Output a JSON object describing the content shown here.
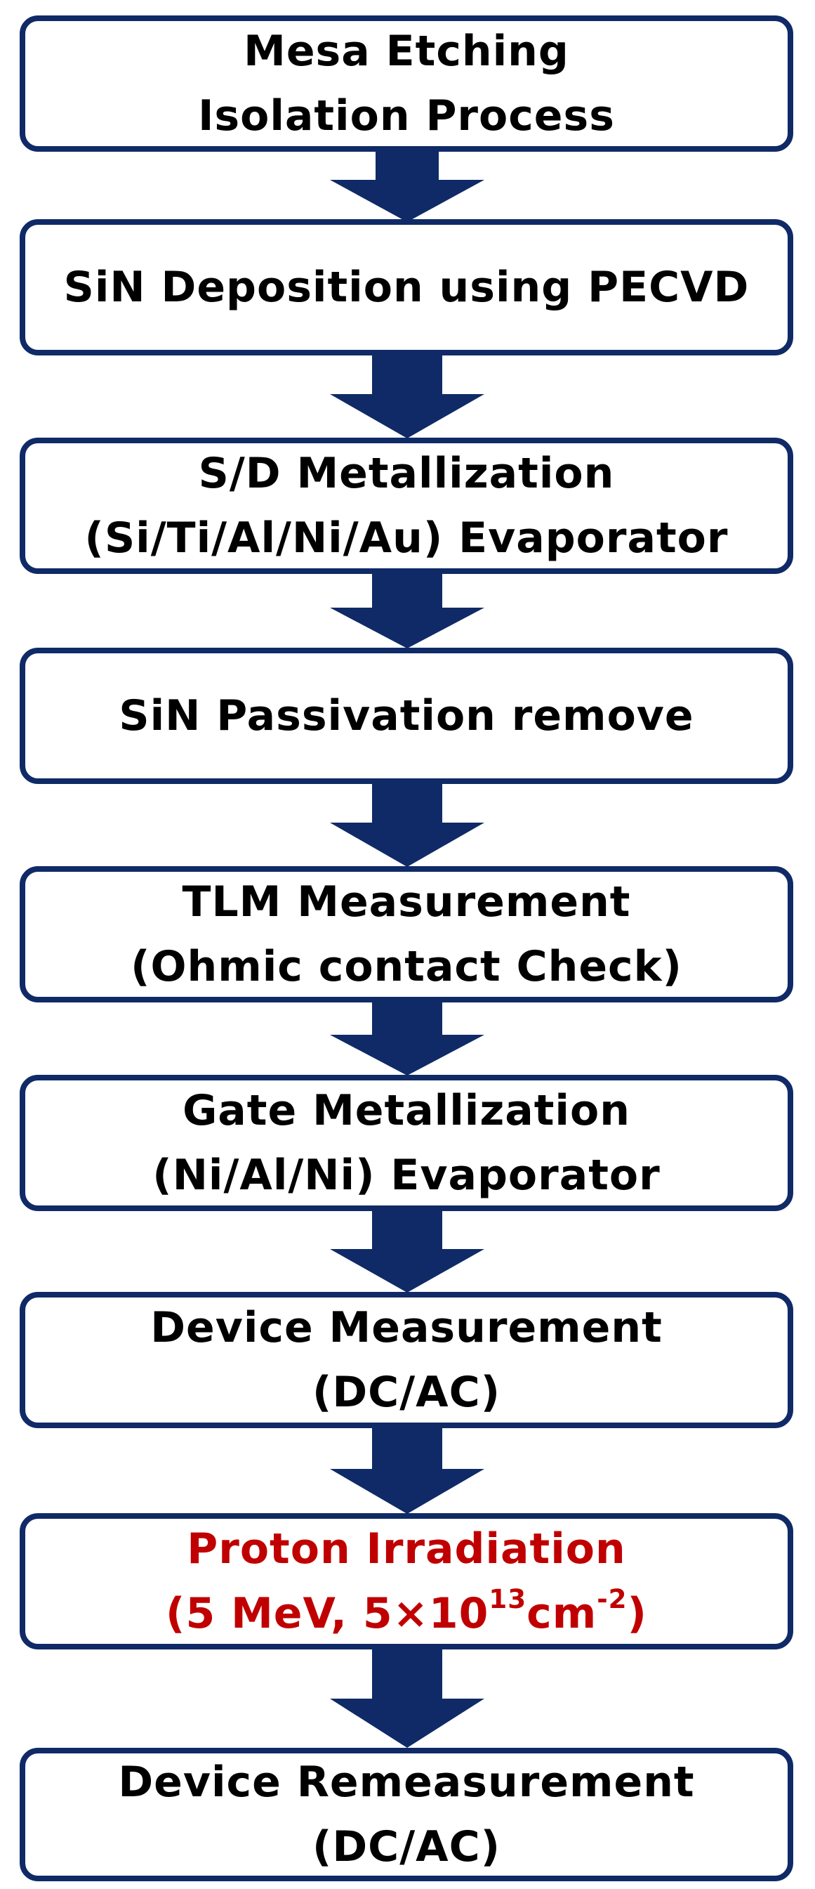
{
  "colors": {
    "border": "#0f2a66",
    "arrow": "#0f2a66",
    "text": "#000000",
    "highlight_text": "#c00000"
  },
  "steps": [
    {
      "line1": "Mesa Etching",
      "line2": "Isolation Process"
    },
    {
      "line1": "SiN Deposition using PECVD"
    },
    {
      "line1": "S/D Metallization",
      "line2": "(Si/Ti/Al/Ni/Au) Evaporator"
    },
    {
      "line1": "SiN Passivation remove"
    },
    {
      "line1": "TLM Measurement",
      "line2": "(Ohmic contact Check)"
    },
    {
      "line1": "Gate Metallization",
      "line2": "(Ni/Al/Ni) Evaporator"
    },
    {
      "line1": "Device Measurement",
      "line2": "(DC/AC)"
    },
    {
      "line1": "Proton Irradiation",
      "line2_prefix": "(5 MeV, 5×10",
      "line2_exp1": "13",
      "line2_mid": "cm",
      "line2_exp2": "-2",
      "line2_suffix": ")"
    },
    {
      "line1": "Device Remeasurement",
      "line2": "(DC/AC)"
    }
  ]
}
